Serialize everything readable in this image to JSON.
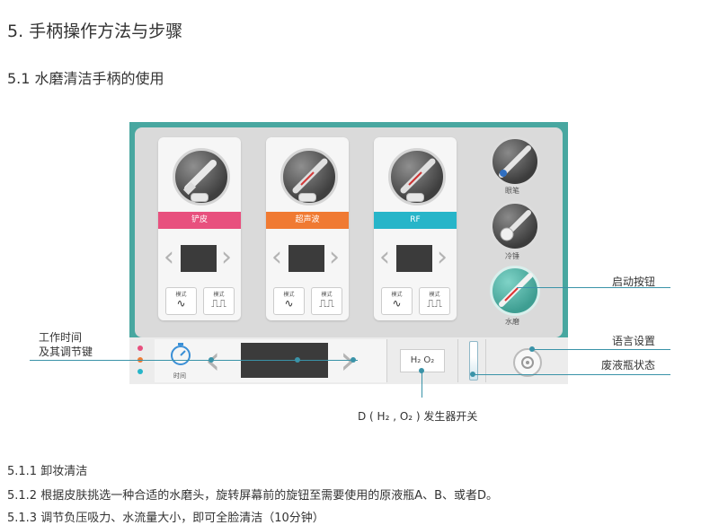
{
  "heading": "5. 手柄操作方法与步骤",
  "subheading": "5.1 水磨清洁手柄的使用",
  "device": {
    "cards": [
      {
        "label": "铲皮",
        "color": "#e8507e",
        "mode1": "模式",
        "mode2": "模式"
      },
      {
        "label": "超声波",
        "color": "#f07a32",
        "mode1": "模式",
        "mode2": "模式"
      },
      {
        "label": "RF",
        "color": "#27b5c9",
        "mode1": "模式",
        "mode2": "模式"
      }
    ],
    "side_icons": [
      {
        "label": "眼笔"
      },
      {
        "label": "冷锤"
      },
      {
        "label": "水磨"
      }
    ],
    "timer_label": "时间",
    "h2o2_label": "H₂ O₂",
    "indicator_colors": [
      "#e8507e",
      "#f07a32",
      "#27b5c9"
    ]
  },
  "callouts": {
    "start_button": "启动按钮",
    "language": "语言设置",
    "waste_bottle": "废液瓶状态",
    "work_time_line1": "工作时间",
    "work_time_line2": "及其调节键",
    "generator": "D ( H₂ , O₂ ) 发生器开关"
  },
  "paragraphs": [
    "5.1.1  卸妆清洁",
    "5.1.2 根据皮肤挑选一种合适的水磨头，旋转屏幕前的旋钮至需要使用的原液瓶A、B、或者D。",
    "5.1.3 调节负压吸力、水流量大小，即可全脸清洁（10分钟）"
  ]
}
